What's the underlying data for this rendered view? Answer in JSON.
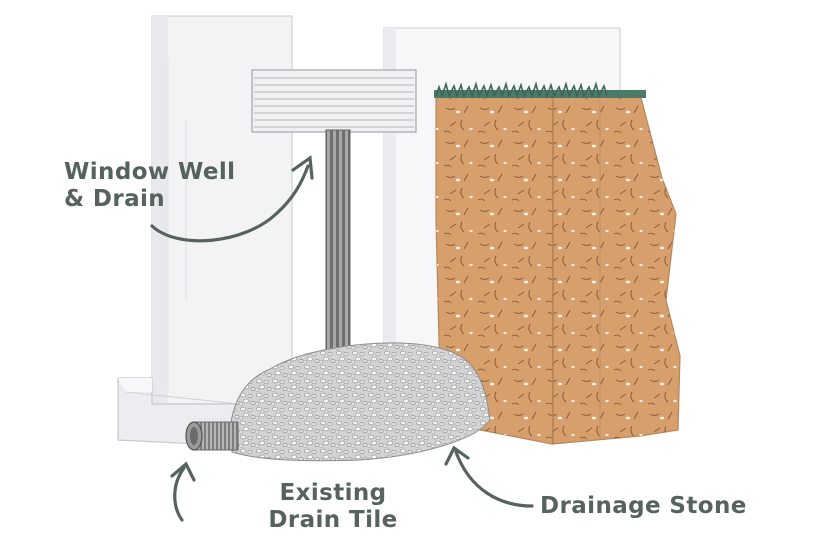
{
  "diagram": {
    "labels": {
      "window_well": [
        "Window Well",
        "& Drain"
      ],
      "drain_tile": [
        "Existing",
        "Drain Tile"
      ],
      "drainage_stone": "Drainage Stone"
    },
    "colors": {
      "label_text": "#56635c",
      "arrow": "#56635c",
      "wall_face": "#f4f4f6",
      "wall_edge": "#d4d4d8",
      "soil": "#d49e6c",
      "soil_dark": "#8a5a38",
      "gravel": "#c9c9cb",
      "grass": "#3f6a5a",
      "pipe": "#9b9b9b"
    }
  }
}
